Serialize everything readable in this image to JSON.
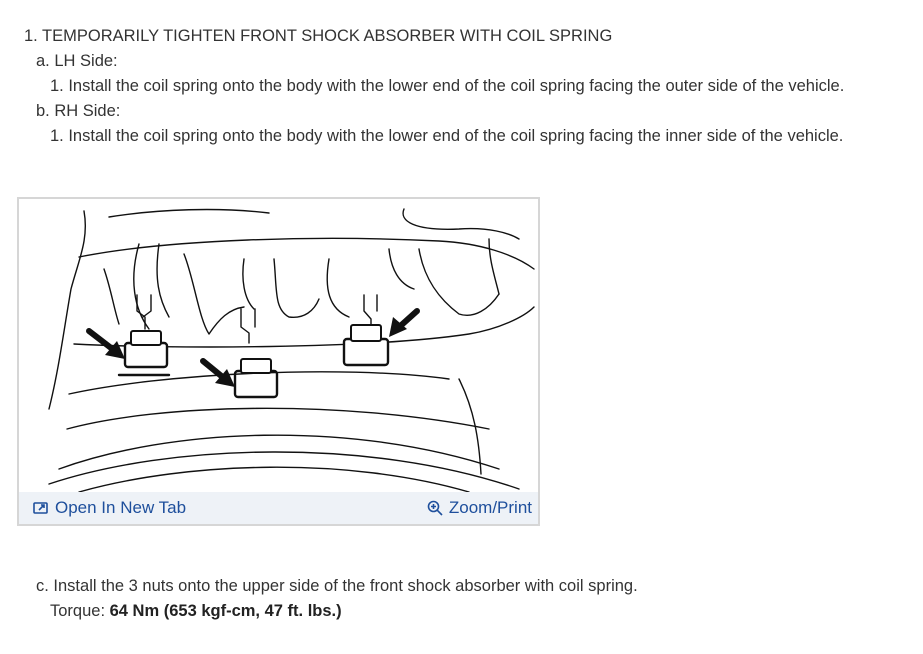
{
  "heading": "1. TEMPORARILY TIGHTEN FRONT SHOCK ABSORBER WITH COIL SPRING",
  "lh_side": {
    "label": "a. LH Side:",
    "step": "1. Install the coil spring onto the body with the lower end of the coil spring facing the outer side of the vehicle."
  },
  "rh_side": {
    "label": "b. RH Side:",
    "step": "1. Install the coil spring onto the body with the lower end of the coil spring facing the inner side of the vehicle."
  },
  "figure": {
    "open_label": "Open In New Tab",
    "zoom_label": "Zoom/Print",
    "open_icon": "open-in-new-tab-icon",
    "zoom_icon": "zoom-icon",
    "link_color": "#1e4f9c"
  },
  "step_c": {
    "text": "c. Install the 3 nuts onto the upper side of the front shock absorber with coil spring.",
    "torque_label": "Torque: ",
    "torque_value": "64 Nm (653 kgf-cm, 47 ft. lbs.)"
  }
}
